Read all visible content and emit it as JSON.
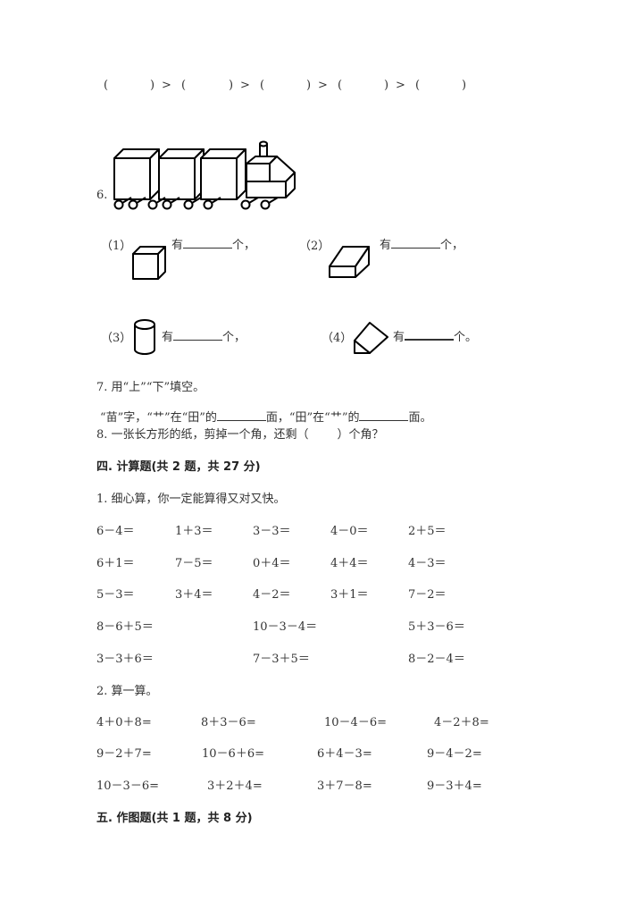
{
  "ordering_row": {
    "paren_open": "(",
    "paren_close": ")",
    "gt": ">",
    "count": 5
  },
  "q6": {
    "number": "6.",
    "train_figure": "train-built-from-solids",
    "parts": [
      {
        "label": "（1）",
        "shape": "cube",
        "prefix": "有",
        "suffix": "个，"
      },
      {
        "label": "（2）",
        "shape": "cuboid",
        "prefix": "有",
        "suffix": "个，"
      },
      {
        "label": "（3）",
        "shape": "cylinder",
        "prefix": "有",
        "suffix": "个，"
      },
      {
        "label": "（4）",
        "shape": "triangular-prism",
        "prefix": "有",
        "suffix": "个。"
      }
    ]
  },
  "q7": {
    "title": "7. 用“上”“下”填空。",
    "sentence_part1": "“苗”字，“艹”在“田”的",
    "sentence_part2": "面，“田”在“艹”的",
    "sentence_part3": "面。"
  },
  "q8": {
    "text_before": "8. 一张长方形的纸，剪掉一个角，还剩（",
    "text_after": "）个角？"
  },
  "section4": {
    "title": "四. 计算题(共 2 题，共 27 分)",
    "q1": {
      "title": "1. 细心算，你一定能算得又对又快。",
      "rows": [
        [
          "6－4＝",
          "1＋3＝",
          "3－3＝",
          "4－0＝",
          "2＋5＝"
        ],
        [
          "6＋1＝",
          "7－5＝",
          "0＋4＝",
          "4＋4＝",
          "4－3＝"
        ],
        [
          "5－3＝",
          "3＋4＝",
          "4－2＝",
          "3＋1＝",
          "7－2＝"
        ]
      ],
      "rows3": [
        [
          "8－6＋5＝",
          "10－3－4＝",
          "5＋3－6＝"
        ],
        [
          "3－3＋6＝",
          "7－3＋5＝",
          "8－2－4＝"
        ]
      ]
    },
    "q2": {
      "title": "2. 算一算。",
      "rows": [
        [
          "4＋0＋8=",
          "8＋3－6=",
          "10－4－6=",
          "4－2＋8="
        ],
        [
          "9－2＋7=",
          "10－6＋6=",
          "6＋4－3=",
          "9－4－2="
        ],
        [
          "10－3－6=",
          "3＋2＋4=",
          "3＋7－8=",
          "9－3＋4="
        ]
      ]
    }
  },
  "section5": {
    "title": "五. 作图题(共 1 题，共 8 分)"
  }
}
